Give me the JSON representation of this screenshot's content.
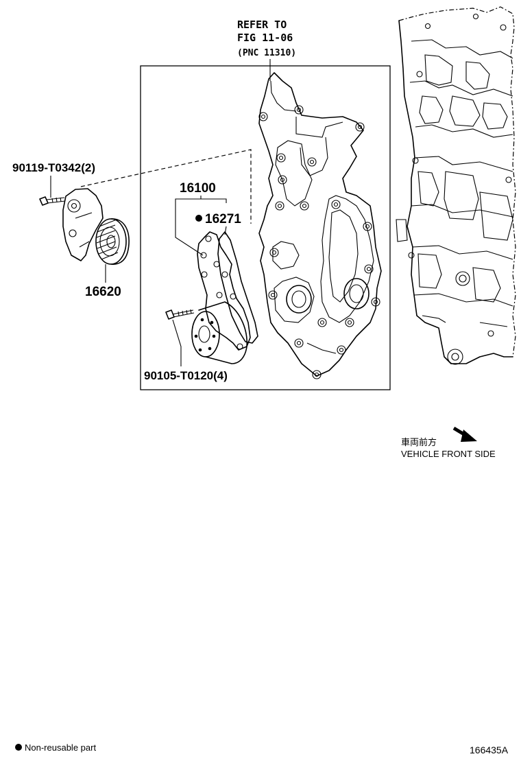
{
  "refer": {
    "line1": "REFER TO",
    "line2": "FIG 11-06",
    "line3": "(PNC 11310)"
  },
  "parts": {
    "bolt_tensioner": "90119-T0342(2)",
    "tensioner": "16620",
    "water_pump_assy": "16100",
    "gasket": "16271",
    "bolt_pump": "90105-T0120(4)"
  },
  "vehicle_front": {
    "jp": "車両前方",
    "en": "VEHICLE FRONT SIDE"
  },
  "legend": {
    "non_reusable": "Non-reusable part"
  },
  "figure_id": "166435A"
}
